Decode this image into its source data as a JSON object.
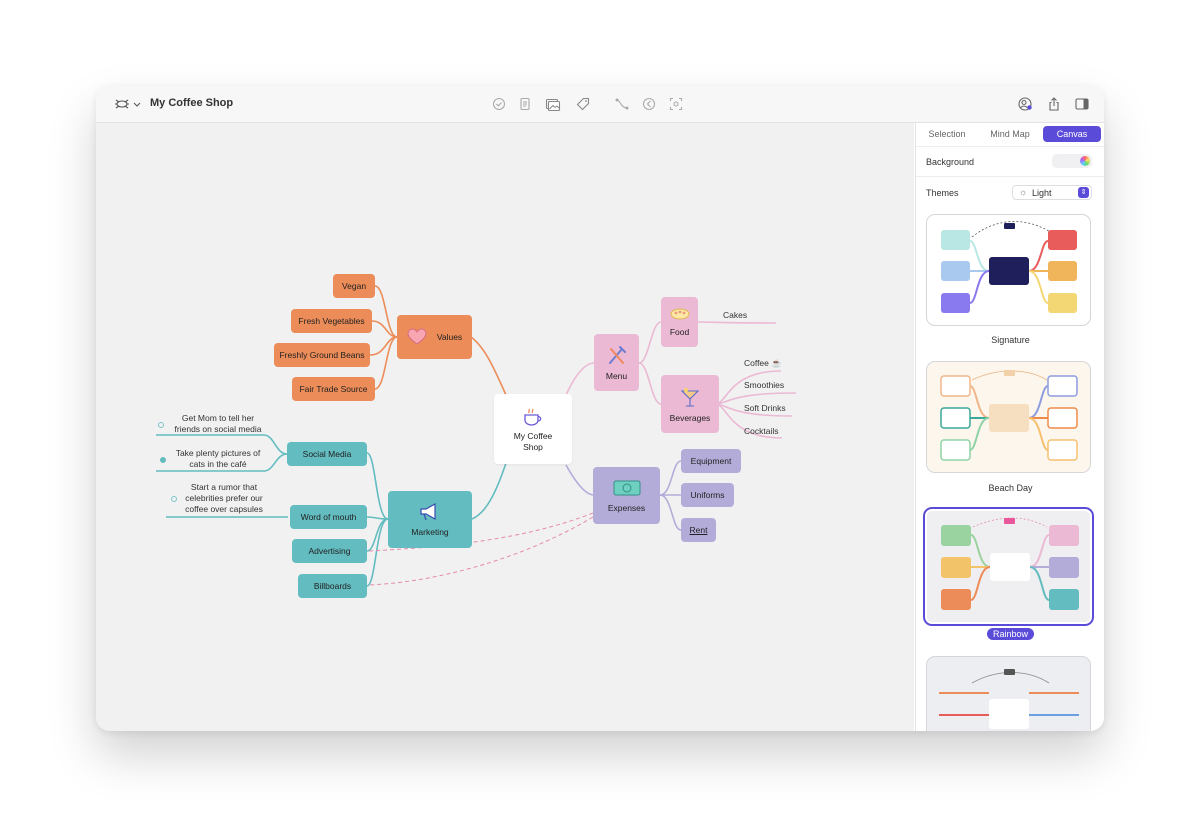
{
  "app": {
    "title": "My Coffee Shop"
  },
  "toolbar_icons": [
    "mindmap-app-icon",
    "check-circle-icon",
    "document-icon",
    "image-icon",
    "tag-icon",
    "connection-icon",
    "back-circle-icon",
    "focus-icon",
    "collaborate-icon",
    "share-icon",
    "sidebar-toggle-icon"
  ],
  "mindmap": {
    "central": {
      "line1": "My Coffee",
      "line2": "Shop"
    },
    "values": {
      "label": "Values",
      "children": [
        "Vegan",
        "Fresh Vegetables",
        "Freshly Ground Beans",
        "Fair Trade Source"
      ]
    },
    "menu": {
      "label": "Menu"
    },
    "food": {
      "label": "Food",
      "children": [
        "Cakes"
      ]
    },
    "beverages": {
      "label": "Beverages",
      "children": [
        "Coffee ☕",
        "Smoothies",
        "Soft Drinks",
        "Cocktails"
      ]
    },
    "expenses": {
      "label": "Expenses",
      "children": [
        "Equipment",
        "Uniforms",
        "Rent"
      ]
    },
    "marketing": {
      "label": "Marketing",
      "children": [
        "Social Media",
        "Word of mouth",
        "Advertising",
        "Billboards"
      ]
    },
    "notes": {
      "mom": "Get Mom to tell her friends on social media",
      "cats": "Take plenty pictures of cats in the café",
      "rumor": "Start a rumor that celebrities prefer our coffee over capsules"
    }
  },
  "panel": {
    "tabs": [
      "Selection",
      "Mind Map",
      "Canvas"
    ],
    "active_tab": "Canvas",
    "background_label": "Background",
    "themes_label": "Themes",
    "themes_value": "Light",
    "themes": [
      "Signature",
      "Beach Day",
      "Rainbow"
    ],
    "selected_theme": "Rainbow"
  },
  "colors": {
    "values": "#ec8c58",
    "menu": "#ebb9d4",
    "expenses": "#b4acd8",
    "marketing": "#62bcc0",
    "accent": "#5b4bd9"
  }
}
